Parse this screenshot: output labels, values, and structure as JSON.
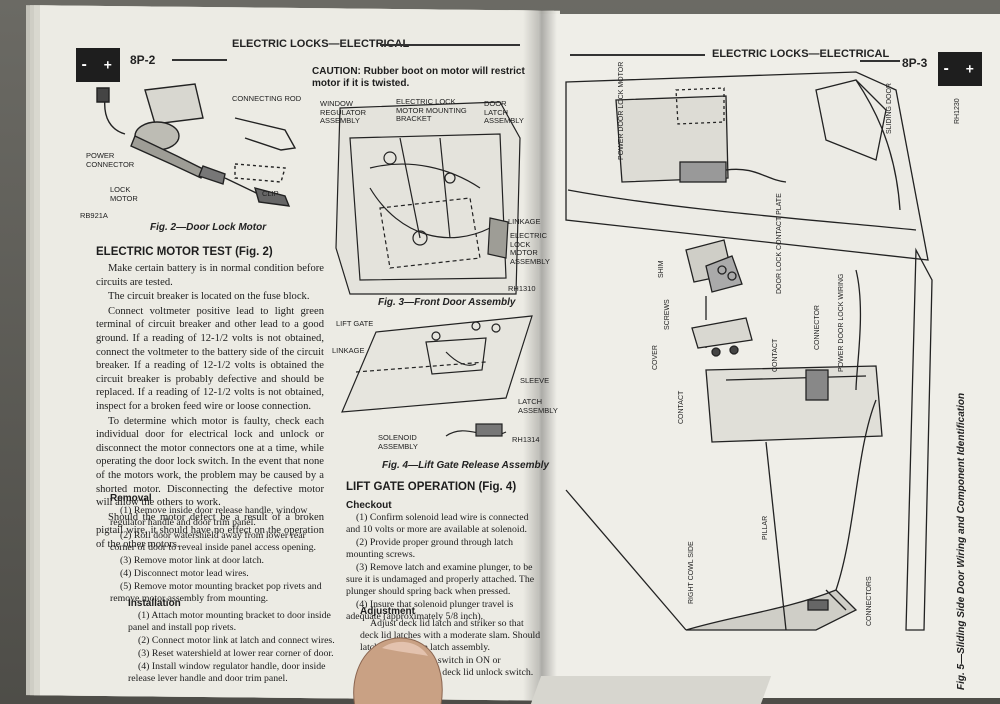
{
  "left_page": {
    "page_number": "8P-2",
    "header_title": "ELECTRIC LOCKS—ELECTRICAL",
    "battery_symbol": "- +",
    "fig2": {
      "labels": {
        "connecting_rod": "CONNECTING ROD",
        "power_connector": "POWER CONNECTOR",
        "lock_motor": "LOCK MOTOR",
        "clip": "CLIP",
        "ref": "RB921A"
      },
      "caption": "Fig. 2—Door Lock Motor"
    },
    "motor_test": {
      "heading": "ELECTRIC MOTOR TEST (Fig. 2)",
      "paragraphs": [
        "Make certain battery is in normal condition before circuits are tested.",
        "The circuit breaker is located on the fuse block.",
        "Connect voltmeter positive lead to light green terminal of circuit breaker and other lead to a good ground. If a reading of 12-1/2 volts is not obtained, connect the voltmeter to the battery side of the circuit breaker. If a reading of 12-1/2 volts is obtained the circuit breaker is probably defective and should be replaced. If a reading of 12-1/2 volts is not obtained, inspect for a broken feed wire or loose connection.",
        "To determine which motor is faulty, check each individual door for electrical lock and unlock or disconnect the motor connectors one at a time, while operating the door lock switch. In the event that none of the motors work, the problem may be caused by a shorted motor. Disconnecting the defective motor will allow the others to work.",
        "Should the motor defect be a result of a broken pigtail wire, it should have no effect on the operation of the other motors."
      ]
    },
    "removal": {
      "heading": "Removal",
      "steps": [
        "(1) Remove inside door release handle, window regulator handle and door trim panel.",
        "(2) Roll door watershield away from lower rear corner of door to reveal inside panel access opening.",
        "(3) Remove motor link at door latch.",
        "(4) Disconnect motor lead wires.",
        "(5) Remove motor mounting bracket pop rivets and remove motor assembly from mounting."
      ]
    },
    "installation": {
      "heading": "Installation",
      "steps": [
        "(1) Attach motor mounting bracket to door inside panel and install pop rivets.",
        "(2) Connect motor link at latch and connect wires.",
        "(3) Reset watershield at lower rear corner of door.",
        "(4) Install window regulator handle, door inside release lever handle and door trim panel."
      ]
    },
    "caution": "CAUTION: Rubber boot on motor will restrict motor if it is twisted.",
    "fig3": {
      "labels": {
        "window_regulator": "WINDOW REGULATOR ASSEMBLY",
        "lock_bracket": "ELECTRIC LOCK MOTOR MOUNTING BRACKET",
        "door_latch": "DOOR LATCH ASSEMBLY",
        "linkage": "LINKAGE",
        "lock_motor_asm": "ELECTRIC LOCK MOTOR ASSEMBLY",
        "ref": "RH1310"
      },
      "caption": "Fig. 3—Front Door Assembly"
    },
    "fig4": {
      "labels": {
        "lift_gate": "LIFT GATE",
        "linkage": "LINKAGE",
        "sleeve": "SLEEVE",
        "latch_assembly": "LATCH ASSEMBLY",
        "solenoid_assembly": "SOLENOID ASSEMBLY",
        "ref": "RH1314"
      },
      "caption": "Fig. 4—Lift Gate Release Assembly"
    },
    "lift_gate": {
      "heading": "LIFT GATE OPERATION (Fig. 4)",
      "checkout_heading": "Checkout",
      "checkout_steps": [
        "(1) Confirm solenoid lead wire is connected and 10 volts or more are available at solenoid.",
        "(2) Provide proper ground through latch mounting screws.",
        "(3) Remove latch and examine plunger, to be sure it is undamaged and properly attached. The plunger should spring back when pressed.",
        "(4) Insure that solenoid plunger travel is adequate (approximately 5/8 inch)."
      ],
      "adjustment_heading": "Adjustment",
      "adjustment_text": "Adjust deck lid latch and striker so that deck lid latches with a moderate slam. Should latch fail, replace latch assembly.",
      "adjustment_extra": "(1) Turn ignition switch in ON or ACCESSORY. Push deck lid unlock switch."
    }
  },
  "right_page": {
    "page_number": "8P-3",
    "header_title": "ELECTRIC LOCKS—ELECTRICAL",
    "battery_symbol": "- +",
    "fig5": {
      "caption": "Fig. 5—Sliding Side Door Wiring and Component Identification",
      "labels": {
        "power_door_lock_motor": "POWER DOOR LOCK MOTOR",
        "sliding_door": "SLIDING DOOR",
        "ref": "RH1230",
        "shim": "SHIM",
        "door_lock_contact_plate": "DOOR LOCK CONTACT PLATE",
        "screws": "SCREWS",
        "cover": "COVER",
        "contact_left": "CONTACT",
        "contact_right": "CONTACT",
        "connector": "CONNECTOR",
        "power_door_lock_wiring": "POWER DOOR LOCK WIRING",
        "pillar": "PILLAR",
        "right_cowl_side": "RIGHT COWL SIDE",
        "connectors": "CONNECTORS"
      }
    }
  }
}
